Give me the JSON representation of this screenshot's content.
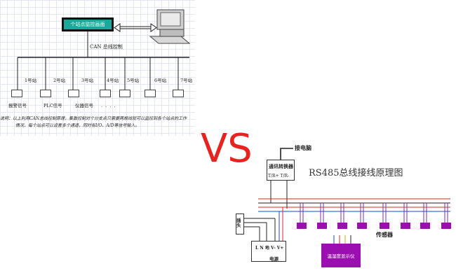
{
  "can_diagram": {
    "title": "个站点监控画面",
    "bus_label": "CAN 总线控制",
    "stations": [
      {
        "label": "1号站"
      },
      {
        "label": "2号站"
      },
      {
        "label": "3号站"
      },
      {
        "label": "4号站"
      },
      {
        "label": "5号站"
      },
      {
        "label": "6号站"
      },
      {
        "label": "7号站"
      }
    ],
    "signals": [
      "报警信号",
      "PLC信号",
      "仪器信号",
      ". . . ."
    ],
    "note_line1": "说明：以上利用CAN总线控制原理，集散控制对个分支点只需要两根线就可以监控到各个站点的工作",
    "note_line2": "情况，每个站点可以设置多个通道，同时有I/O、A/D等信号输入。"
  },
  "vs_text": "VS",
  "rs485_diagram": {
    "pc_label": "接电脑",
    "converter_label": "通讯转换器",
    "converter_ports": "T/R+ T/R-",
    "title": "RS485总线接线原理图",
    "sensor_label": "传感器",
    "plug_label": "插头",
    "psu_terminals": "L  N  地  V-  V+",
    "psu_label": "电源",
    "display_label": "温湿度显示仪"
  },
  "colors": {
    "accent_red": "#e8221f",
    "sensor_purple": "#9b0fb0",
    "title_teal": "#1aa89a"
  }
}
